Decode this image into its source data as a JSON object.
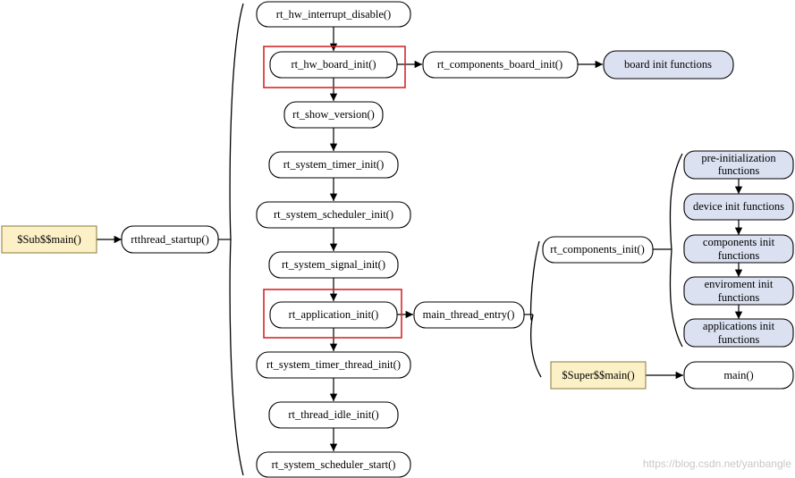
{
  "colors": {
    "stroke": "#000000",
    "node_fill": "#ffffff",
    "blue_fill": "#dbe1f1",
    "yellow_fill": "#fcf0c6",
    "yellow_stroke": "#8a7a3a",
    "highlight": "#d4292b",
    "watermark": "#c8c8c8"
  },
  "nodes": {
    "sub_main": "$Sub$$main()",
    "rtthread_startup": "rtthread_startup()",
    "rt_hw_interrupt_disable": "rt_hw_interrupt_disable()",
    "rt_hw_board_init": "rt_hw_board_init()",
    "rt_components_board_init": "rt_components_board_init()",
    "board_init_functions": "board init functions",
    "rt_show_version": "rt_show_version()",
    "rt_system_timer_init": "rt_system_timer_init()",
    "rt_system_scheduler_init": "rt_system_scheduler_init()",
    "rt_system_signal_init": "rt_system_signal_init()",
    "rt_application_init": "rt_application_init()",
    "main_thread_entry": "main_thread_entry()",
    "rt_components_init": "rt_components_init()",
    "pre_init_functions": [
      "pre-initialization",
      "functions"
    ],
    "device_init_functions": "device init functions",
    "components_init_functions": [
      "components init",
      "functions"
    ],
    "enviroment_init_functions": [
      "enviroment init",
      "functions"
    ],
    "applications_init_functions": [
      "applications init",
      "functions"
    ],
    "super_main": "$Super$$main()",
    "main": "main()",
    "rt_system_timer_thread_init": "rt_system_timer_thread_init()",
    "rt_thread_idle_init": "rt_thread_idle_init()",
    "rt_system_scheduler_start": "rt_system_scheduler_start()"
  },
  "watermark": "https://blog.csdn.net/yanbangle"
}
